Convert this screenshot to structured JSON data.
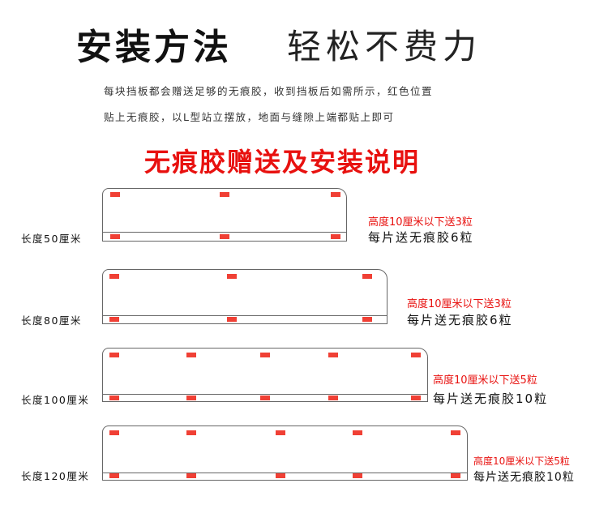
{
  "header": {
    "title_bold": "安装方法",
    "title_light": "轻松不费力"
  },
  "intro": [
    "每块挡板都会赠送足够的无痕胶，收到挡板后如需所示，红色位置",
    "贴上无痕胶，以L型站立摆放，地面与缝隙上端都贴上即可"
  ],
  "subtitle": "无痕胶赠送及安装说明",
  "colors": {
    "accent": "#e8110f",
    "pad": "#f04035"
  },
  "items": [
    {
      "length_label": "长度50厘米",
      "height_note": "高度10厘米以下送3粒",
      "pads_note": "每片送无痕胶6粒",
      "pads_per_row": 3
    },
    {
      "length_label": "长度80厘米",
      "height_note": "高度10厘米以下送3粒",
      "pads_note": "每片送无痕胶6粒",
      "pads_per_row": 3
    },
    {
      "length_label": "长度100厘米",
      "height_note": "高度10厘米以下送5粒",
      "pads_note": "每片送无痕胶10粒",
      "pads_per_row": 5
    },
    {
      "length_label": "长度120厘米",
      "height_note": "高度10厘米以下送5粒",
      "pads_note": "每片送无痕胶10粒",
      "pads_per_row": 5
    }
  ]
}
